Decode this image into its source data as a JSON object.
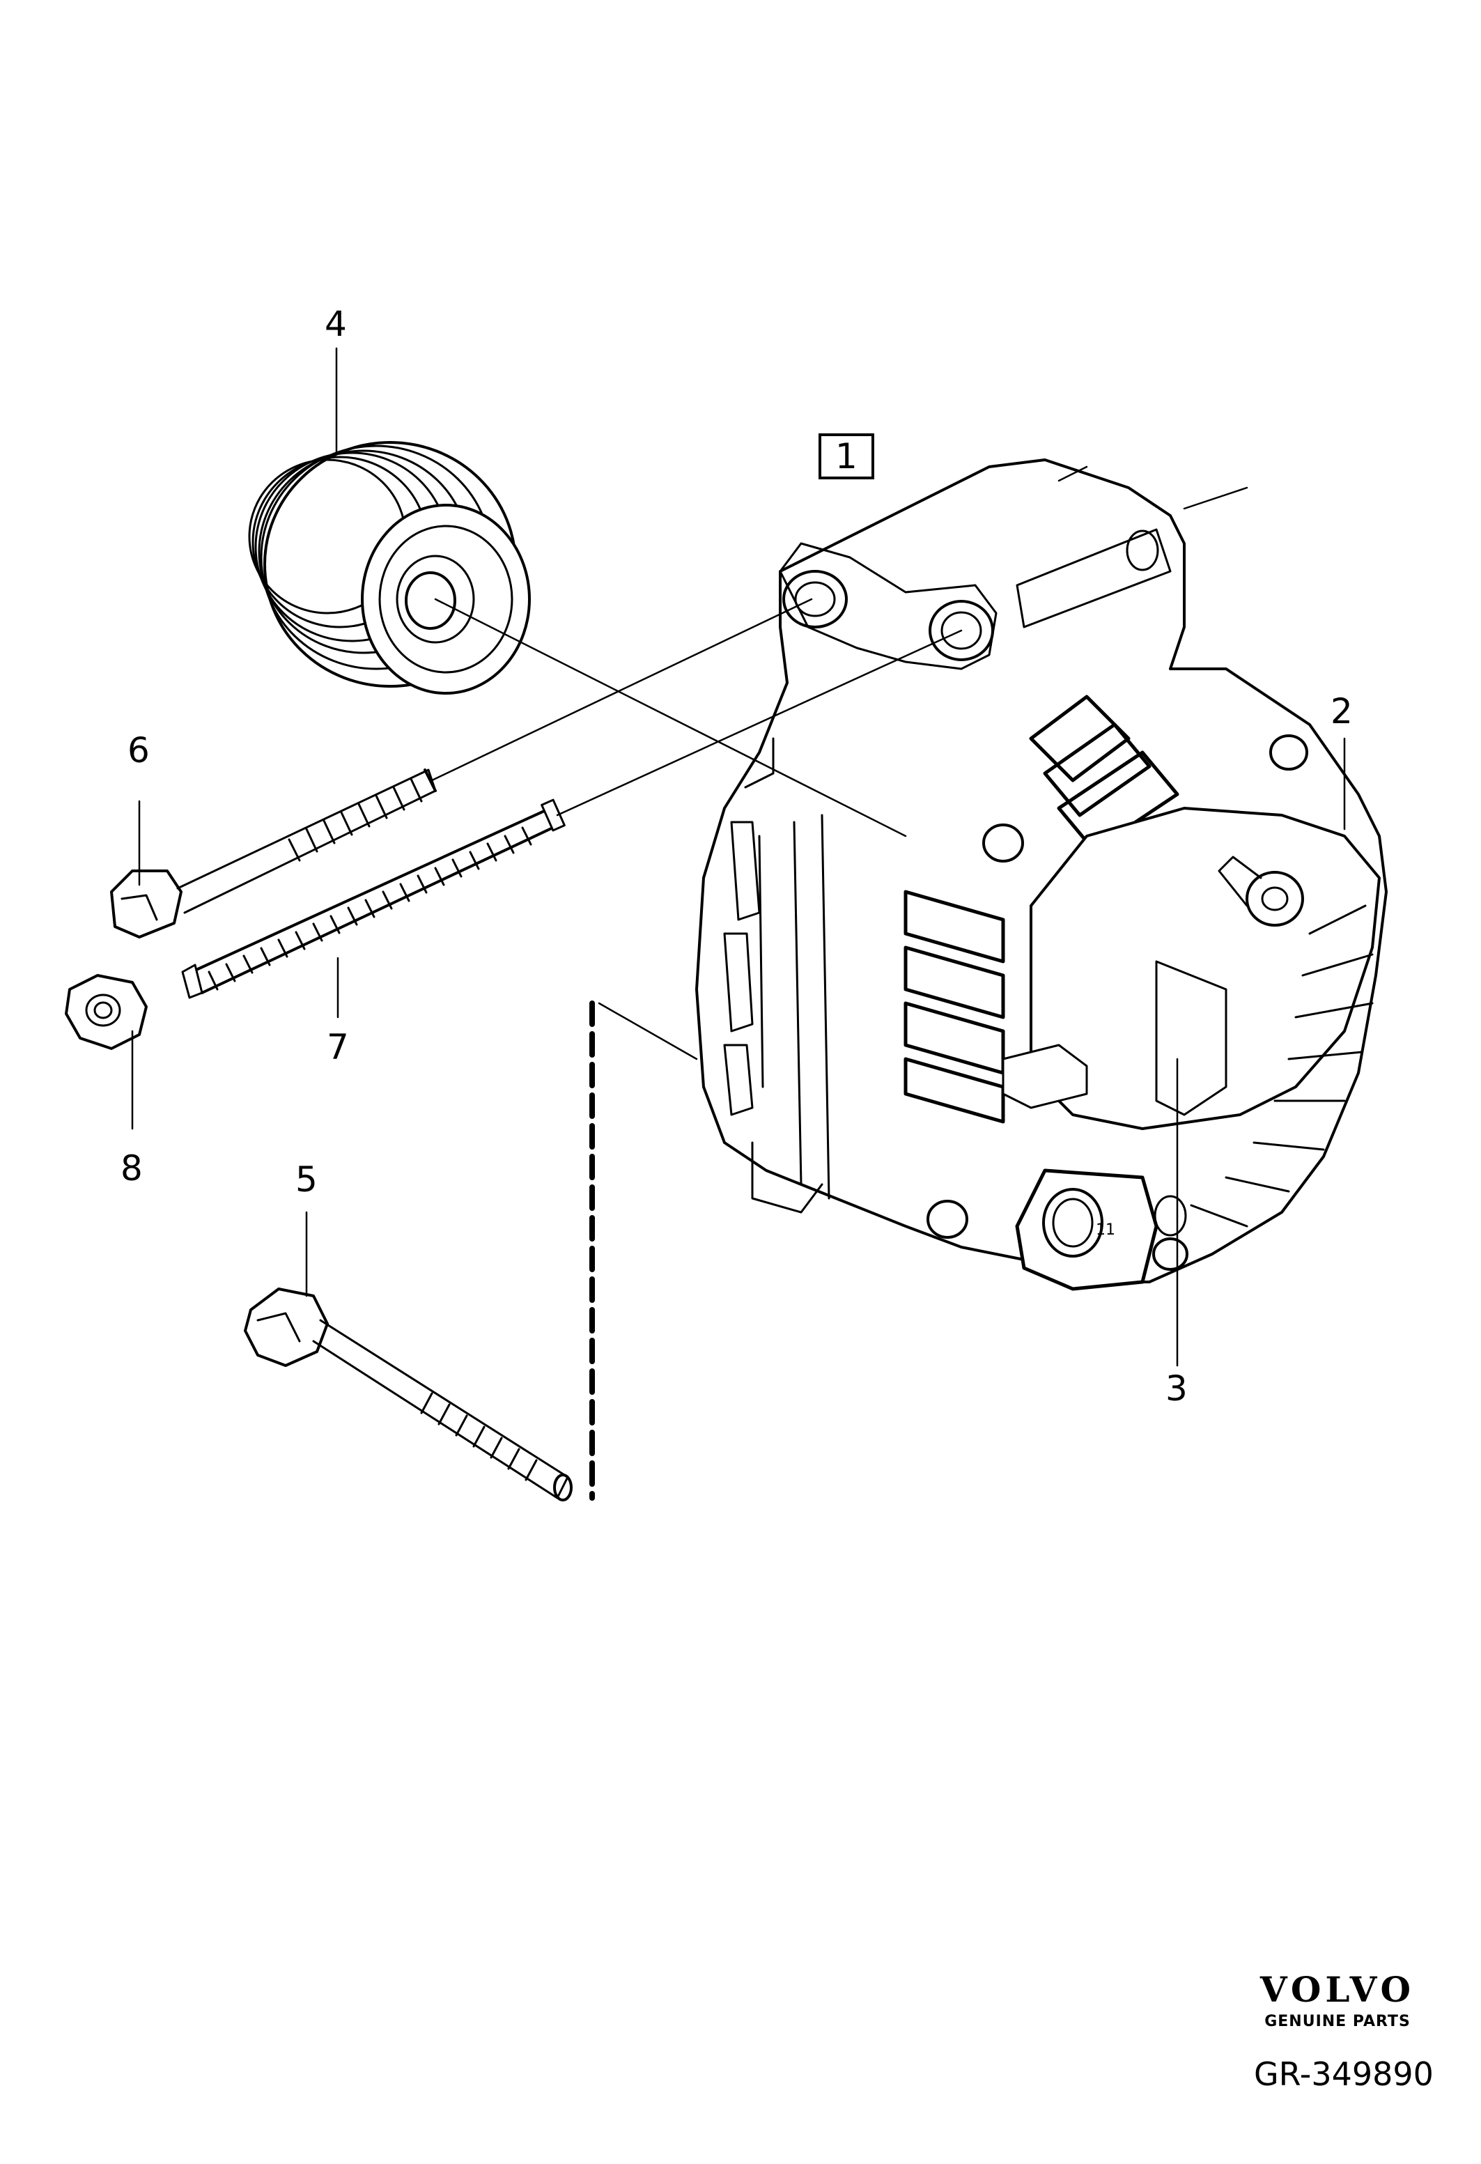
{
  "callouts": {
    "c1": "1",
    "c2": "2",
    "c3": "3",
    "c4": "4",
    "c5": "5",
    "c6": "6",
    "c7": "7",
    "c8": "8"
  },
  "brand": {
    "logo_text": "VOLVO",
    "tagline": "GENUINE PARTS"
  },
  "reference": "GR-349890",
  "connector_mark": "11"
}
